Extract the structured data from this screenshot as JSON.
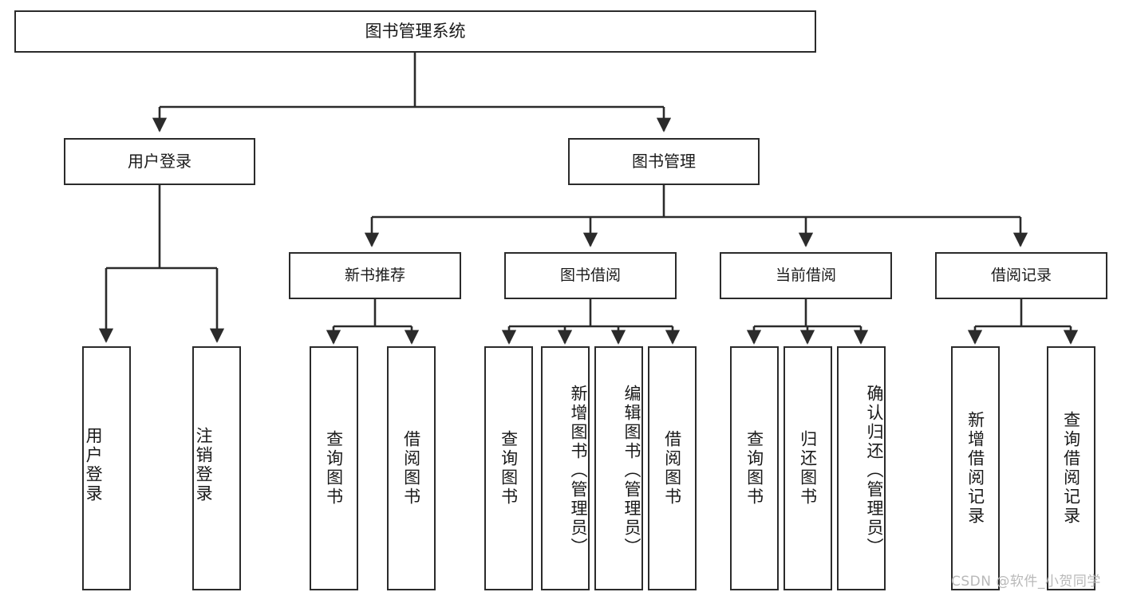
{
  "diagram": {
    "title": "图书管理系统",
    "type": "功能结构图",
    "root": {
      "label": "图书管理系统"
    },
    "level1": [
      {
        "label": "用户登录"
      },
      {
        "label": "图书管理"
      }
    ],
    "level2": [
      {
        "label": "新书推荐"
      },
      {
        "label": "图书借阅"
      },
      {
        "label": "当前借阅"
      },
      {
        "label": "借阅记录"
      }
    ],
    "leaves": {
      "user_login": [
        {
          "label": "用户登录"
        },
        {
          "label": "注销登录"
        }
      ],
      "new_book_recommend": [
        {
          "label": "查询图书"
        },
        {
          "label": "借阅图书"
        }
      ],
      "book_borrow": [
        {
          "label": "查询图书"
        },
        {
          "label": "新增图书（管理员）"
        },
        {
          "label": "编辑图书（管理员）"
        },
        {
          "label": "借阅图书"
        }
      ],
      "current_borrow": [
        {
          "label": "查询图书"
        },
        {
          "label": "归还图书"
        },
        {
          "label": "确认归还（管理员）"
        }
      ],
      "borrow_record": [
        {
          "label": "新增借阅记录"
        },
        {
          "label": "查询借阅记录"
        }
      ]
    }
  },
  "watermark": {
    "text": "CSDN @软件_小贺同学"
  },
  "colors": {
    "stroke": "#2b2b2b",
    "background": "#ffffff",
    "text": "#1a1a1a",
    "watermark": "#b9b9b9"
  }
}
